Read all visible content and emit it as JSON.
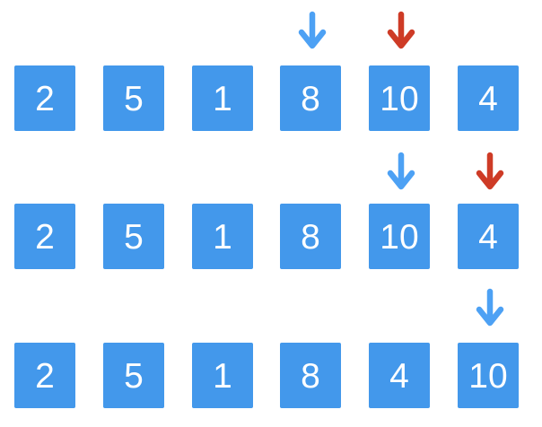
{
  "colors": {
    "box": "#4398eb",
    "value_text": "#ffffff",
    "arrow_blue": "#4da1f4",
    "arrow_red": "#ce3b26"
  },
  "rows": [
    {
      "values": [
        "2",
        "5",
        "1",
        "8",
        "10",
        "4"
      ],
      "arrows": [
        {
          "color": "blue",
          "index": 3
        },
        {
          "color": "red",
          "index": 4
        }
      ]
    },
    {
      "values": [
        "2",
        "5",
        "1",
        "8",
        "10",
        "4"
      ],
      "arrows": [
        {
          "color": "blue",
          "index": 4
        },
        {
          "color": "red",
          "index": 5
        }
      ]
    },
    {
      "values": [
        "2",
        "5",
        "1",
        "8",
        "4",
        "10"
      ],
      "arrows": [
        {
          "color": "blue",
          "index": 5
        }
      ]
    }
  ]
}
